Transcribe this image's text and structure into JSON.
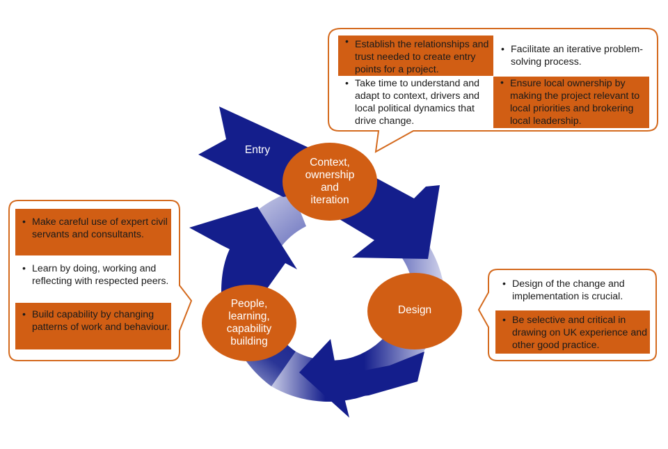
{
  "colors": {
    "arrow_blue": "#141e8c",
    "ring_light": "#c8cbe6",
    "node_orange": "#d15e14",
    "callout_border": "#d46a1e"
  },
  "cycle": {
    "entry_label": "Entry",
    "nodes": [
      {
        "id": "context",
        "lines": [
          "Context,",
          "ownership",
          "and",
          "iteration"
        ]
      },
      {
        "id": "design",
        "lines": [
          "Design"
        ]
      },
      {
        "id": "people",
        "lines": [
          "People,",
          "learning,",
          "capability",
          "building"
        ]
      }
    ]
  },
  "callouts": {
    "context": {
      "items": [
        {
          "text": "Establish the relationships and trust needed to create entry points for a project.",
          "highlighted": true
        },
        {
          "text": "Facilitate an iterative problem-solving process.",
          "highlighted": false
        },
        {
          "text": "Take time to understand and adapt to context, drivers and local political dynamics that drive change.",
          "highlighted": false
        },
        {
          "text": "Ensure local ownership by making the project relevant to local priorities and brokering local leadership.",
          "highlighted": true
        }
      ]
    },
    "people": {
      "items": [
        {
          "text": "Make careful use of expert civil servants and consultants.",
          "highlighted": true
        },
        {
          "text": "Learn by doing, working and reflecting with respected peers.",
          "highlighted": false
        },
        {
          "text": "Build capability by changing patterns of work and behaviour.",
          "highlighted": true
        }
      ]
    },
    "design": {
      "items": [
        {
          "text": "Design of the change and implementation is crucial.",
          "highlighted": false
        },
        {
          "text": "Be selective and critical in drawing on UK experience and other good practice.",
          "highlighted": true
        }
      ]
    },
    "bullet": "•"
  }
}
